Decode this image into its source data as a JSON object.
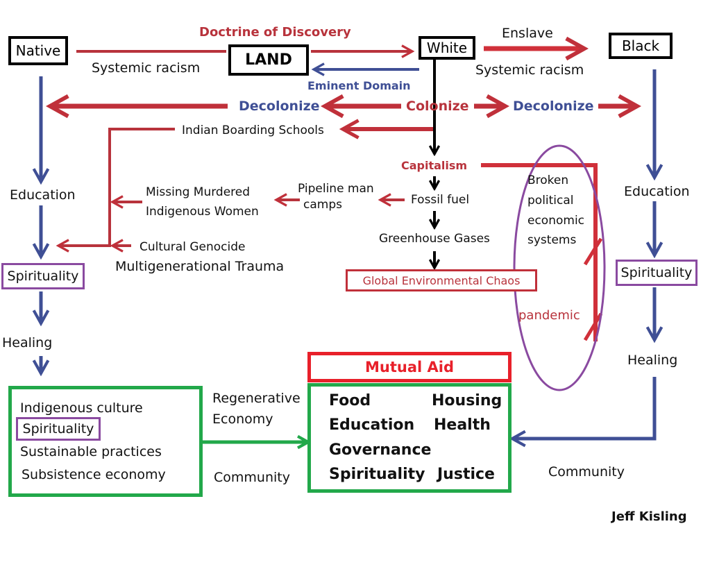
{
  "nodes": {
    "native": "Native",
    "land": "LAND",
    "white": "White",
    "black": "Black"
  },
  "edges": {
    "doctrine": "Doctrine of Discovery",
    "systemic_racism_left": "Systemic racism",
    "eminent_domain": "Eminent Domain",
    "enslave": "Enslave",
    "systemic_racism_right": "Systemic racism",
    "decolonize_left": "Decolonize",
    "colonize": "Colonize",
    "decolonize_right": "Decolonize"
  },
  "colonial_harms": {
    "boarding_schools": "Indian Boarding Schools",
    "mmiw_line1": "Missing Murdered",
    "mmiw_line2": "Indigenous Women",
    "pipeline_line1": "Pipeline man",
    "pipeline_line2": "camps",
    "cultural_genocide": "Cultural Genocide",
    "trauma": "Multigenerational Trauma"
  },
  "capitalism_chain": {
    "capitalism": "Capitalism",
    "fossil_fuel": "Fossil fuel",
    "greenhouse": "Greenhouse Gases",
    "chaos": "Global Environmental Chaos"
  },
  "broken_systems": {
    "lines": [
      "Broken",
      "political",
      "economic",
      "systems"
    ],
    "pandemic": "pandemic"
  },
  "native_path": {
    "education": "Education",
    "spirituality": "Spirituality",
    "healing": "Healing"
  },
  "black_path": {
    "education": "Education",
    "spirituality": "Spirituality",
    "healing": "Healing",
    "community": "Community"
  },
  "indigenous_box": {
    "items": [
      "Indigenous culture",
      "Spirituality",
      "Sustainable practices",
      "Subsistence economy"
    ],
    "link_top_line1": "Regenerative",
    "link_top_line2": "Economy",
    "link_bottom": "Community"
  },
  "mutual_aid": {
    "title": "Mutual Aid",
    "items": [
      "Food",
      "Housing",
      "Education",
      "Health",
      "Governance",
      "Spirituality",
      "Justice"
    ]
  },
  "author": "Jeff Kisling",
  "colors": {
    "red": "#b8333c",
    "bright_red": "#e8202a",
    "blue": "#3f4f95",
    "purple": "#8a4aa0",
    "green": "#22a84a",
    "black": "#000000"
  }
}
